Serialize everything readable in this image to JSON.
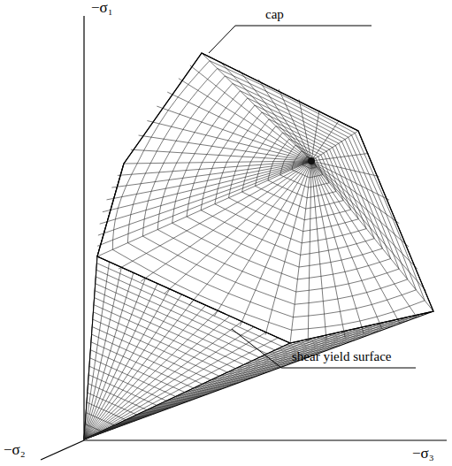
{
  "diagram": {
    "labels": [
      "−σ₁",
      "cap",
      "shear yield surface",
      "−σ₃",
      "−σ₂"
    ]
  }
}
